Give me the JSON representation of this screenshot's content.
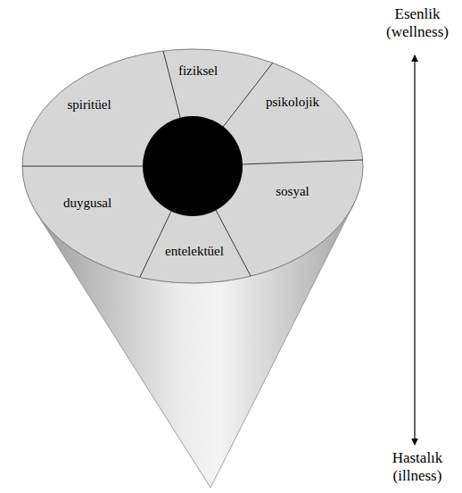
{
  "diagram": {
    "labels": [
      "fiziksel",
      "psikolojik",
      "sosyal",
      "entelektüel",
      "duygusal",
      "spiritüel",
      "Esenlik (wellness)",
      "Hastalık (illness)"
    ]
  }
}
